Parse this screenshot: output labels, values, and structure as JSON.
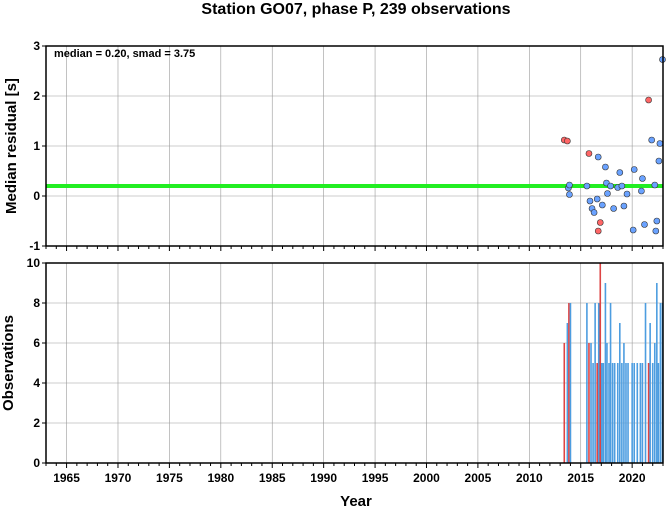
{
  "chart_data": [
    {
      "type": "scatter",
      "title": "Station GO07, phase P, 239 observations",
      "ylabel": "Median residual [s]",
      "xlim": [
        1963,
        2023
      ],
      "ylim": [
        -1,
        3
      ],
      "yticks": [
        -1,
        0,
        1,
        2,
        3
      ],
      "grid": true,
      "annotation": "median = 0.20, smad = 3.75",
      "median_line": {
        "y": 0.2,
        "color": "#22ee22"
      },
      "colors": {
        "blue": "#6aa2ff",
        "red": "#ff6666"
      },
      "points": [
        {
          "x": 2013.4,
          "y": 1.12,
          "c": "red"
        },
        {
          "x": 2013.7,
          "y": 1.1,
          "c": "red"
        },
        {
          "x": 2013.8,
          "y": 0.16,
          "c": "blue"
        },
        {
          "x": 2013.9,
          "y": 0.22,
          "c": "blue"
        },
        {
          "x": 2013.9,
          "y": 0.03,
          "c": "blue"
        },
        {
          "x": 2015.6,
          "y": 0.2,
          "c": "blue"
        },
        {
          "x": 2015.8,
          "y": 0.85,
          "c": "red"
        },
        {
          "x": 2015.9,
          "y": -0.1,
          "c": "blue"
        },
        {
          "x": 2016.1,
          "y": -0.25,
          "c": "blue"
        },
        {
          "x": 2016.3,
          "y": -0.33,
          "c": "blue"
        },
        {
          "x": 2016.6,
          "y": -0.06,
          "c": "blue"
        },
        {
          "x": 2016.7,
          "y": 0.78,
          "c": "blue"
        },
        {
          "x": 2016.7,
          "y": -0.7,
          "c": "red"
        },
        {
          "x": 2016.9,
          "y": -0.53,
          "c": "red"
        },
        {
          "x": 2017.1,
          "y": -0.18,
          "c": "blue"
        },
        {
          "x": 2017.4,
          "y": 0.58,
          "c": "blue"
        },
        {
          "x": 2017.5,
          "y": 0.26,
          "c": "blue"
        },
        {
          "x": 2017.6,
          "y": 0.05,
          "c": "blue"
        },
        {
          "x": 2017.9,
          "y": 0.2,
          "c": "blue"
        },
        {
          "x": 2018.2,
          "y": -0.25,
          "c": "blue"
        },
        {
          "x": 2018.6,
          "y": 0.17,
          "c": "blue"
        },
        {
          "x": 2018.8,
          "y": 0.47,
          "c": "blue"
        },
        {
          "x": 2019.0,
          "y": 0.2,
          "c": "blue"
        },
        {
          "x": 2019.2,
          "y": -0.2,
          "c": "blue"
        },
        {
          "x": 2019.5,
          "y": 0.04,
          "c": "blue"
        },
        {
          "x": 2020.1,
          "y": -0.68,
          "c": "blue"
        },
        {
          "x": 2020.2,
          "y": 0.53,
          "c": "blue"
        },
        {
          "x": 2020.9,
          "y": 0.1,
          "c": "blue"
        },
        {
          "x": 2021.0,
          "y": 0.35,
          "c": "blue"
        },
        {
          "x": 2021.2,
          "y": -0.57,
          "c": "blue"
        },
        {
          "x": 2021.6,
          "y": 1.92,
          "c": "red"
        },
        {
          "x": 2021.9,
          "y": 1.12,
          "c": "blue"
        },
        {
          "x": 2022.2,
          "y": 0.22,
          "c": "blue"
        },
        {
          "x": 2022.3,
          "y": -0.7,
          "c": "blue"
        },
        {
          "x": 2022.4,
          "y": -0.5,
          "c": "blue"
        },
        {
          "x": 2022.6,
          "y": 0.7,
          "c": "blue"
        },
        {
          "x": 2022.7,
          "y": 1.05,
          "c": "blue"
        },
        {
          "x": 2022.95,
          "y": 2.73,
          "c": "blue"
        }
      ]
    },
    {
      "type": "bar",
      "xlabel": "Year",
      "ylabel": "Observations",
      "xlim": [
        1963,
        2023
      ],
      "ylim": [
        0,
        10
      ],
      "xticks": [
        1965,
        1970,
        1975,
        1980,
        1985,
        1990,
        1995,
        2000,
        2005,
        2010,
        2015,
        2020
      ],
      "yticks": [
        0,
        2,
        4,
        6,
        8,
        10
      ],
      "grid": true,
      "colors": {
        "blue": "#4d9de0",
        "red": "#dd4444"
      },
      "bars": [
        {
          "x": 2013.4,
          "v": 6,
          "c": "red"
        },
        {
          "x": 2013.7,
          "v": 7,
          "c": "blue"
        },
        {
          "x": 2013.85,
          "v": 8,
          "c": "red"
        },
        {
          "x": 2014.0,
          "v": 8,
          "c": "blue"
        },
        {
          "x": 2015.6,
          "v": 8,
          "c": "blue"
        },
        {
          "x": 2015.8,
          "v": 6,
          "c": "red"
        },
        {
          "x": 2016.0,
          "v": 6,
          "c": "blue"
        },
        {
          "x": 2016.2,
          "v": 5,
          "c": "blue"
        },
        {
          "x": 2016.4,
          "v": 8,
          "c": "blue"
        },
        {
          "x": 2016.6,
          "v": 5,
          "c": "red"
        },
        {
          "x": 2016.75,
          "v": 8,
          "c": "blue"
        },
        {
          "x": 2016.9,
          "v": 10,
          "c": "red"
        },
        {
          "x": 2017.05,
          "v": 5,
          "c": "blue"
        },
        {
          "x": 2017.2,
          "v": 5,
          "c": "blue"
        },
        {
          "x": 2017.4,
          "v": 9,
          "c": "blue"
        },
        {
          "x": 2017.55,
          "v": 6,
          "c": "blue"
        },
        {
          "x": 2017.75,
          "v": 5,
          "c": "blue"
        },
        {
          "x": 2017.9,
          "v": 8,
          "c": "blue"
        },
        {
          "x": 2018.1,
          "v": 5,
          "c": "blue"
        },
        {
          "x": 2018.3,
          "v": 5,
          "c": "blue"
        },
        {
          "x": 2018.6,
          "v": 5,
          "c": "blue"
        },
        {
          "x": 2018.8,
          "v": 7,
          "c": "blue"
        },
        {
          "x": 2019.0,
          "v": 5,
          "c": "blue"
        },
        {
          "x": 2019.2,
          "v": 6,
          "c": "blue"
        },
        {
          "x": 2019.4,
          "v": 5,
          "c": "blue"
        },
        {
          "x": 2019.6,
          "v": 5,
          "c": "blue"
        },
        {
          "x": 2020.0,
          "v": 5,
          "c": "blue"
        },
        {
          "x": 2020.2,
          "v": 5,
          "c": "blue"
        },
        {
          "x": 2020.5,
          "v": 5,
          "c": "blue"
        },
        {
          "x": 2020.8,
          "v": 5,
          "c": "blue"
        },
        {
          "x": 2021.0,
          "v": 5,
          "c": "blue"
        },
        {
          "x": 2021.3,
          "v": 8,
          "c": "blue"
        },
        {
          "x": 2021.6,
          "v": 5,
          "c": "red"
        },
        {
          "x": 2021.75,
          "v": 7,
          "c": "blue"
        },
        {
          "x": 2022.0,
          "v": 5,
          "c": "blue"
        },
        {
          "x": 2022.2,
          "v": 6,
          "c": "blue"
        },
        {
          "x": 2022.4,
          "v": 9,
          "c": "blue"
        },
        {
          "x": 2022.55,
          "v": 5,
          "c": "blue"
        },
        {
          "x": 2022.75,
          "v": 8,
          "c": "blue"
        },
        {
          "x": 2022.95,
          "v": 8,
          "c": "blue"
        }
      ]
    }
  ]
}
